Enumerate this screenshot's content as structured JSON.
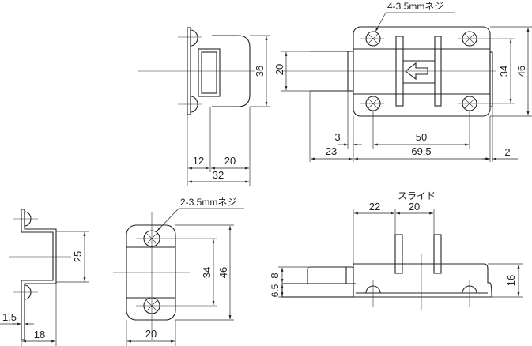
{
  "top_left_view": {
    "dims": {
      "height": "36",
      "a": "12",
      "b": "20",
      "total": "32"
    }
  },
  "top_right_view": {
    "screw_label": "4-3.5mmネジ",
    "dims": {
      "bolt_height": "20",
      "pitch_v": "34",
      "height": "46",
      "collar": "3",
      "pitch_h": "50",
      "bolt_len": "23",
      "body_len": "69.5",
      "strip": "2"
    }
  },
  "bottom_left_view": {
    "dims": {
      "height": "25",
      "thickness": "1.5",
      "depth": "18"
    }
  },
  "bottom_mid_view": {
    "screw_label": "2-3.5mmネジ",
    "dims": {
      "pitch_v": "34",
      "height": "46",
      "width": "20"
    }
  },
  "bottom_right_view": {
    "slide_label": "スライド",
    "dims": {
      "offset": "22",
      "slide": "20",
      "h1": "8",
      "h2": "6.5",
      "height": "16"
    }
  }
}
